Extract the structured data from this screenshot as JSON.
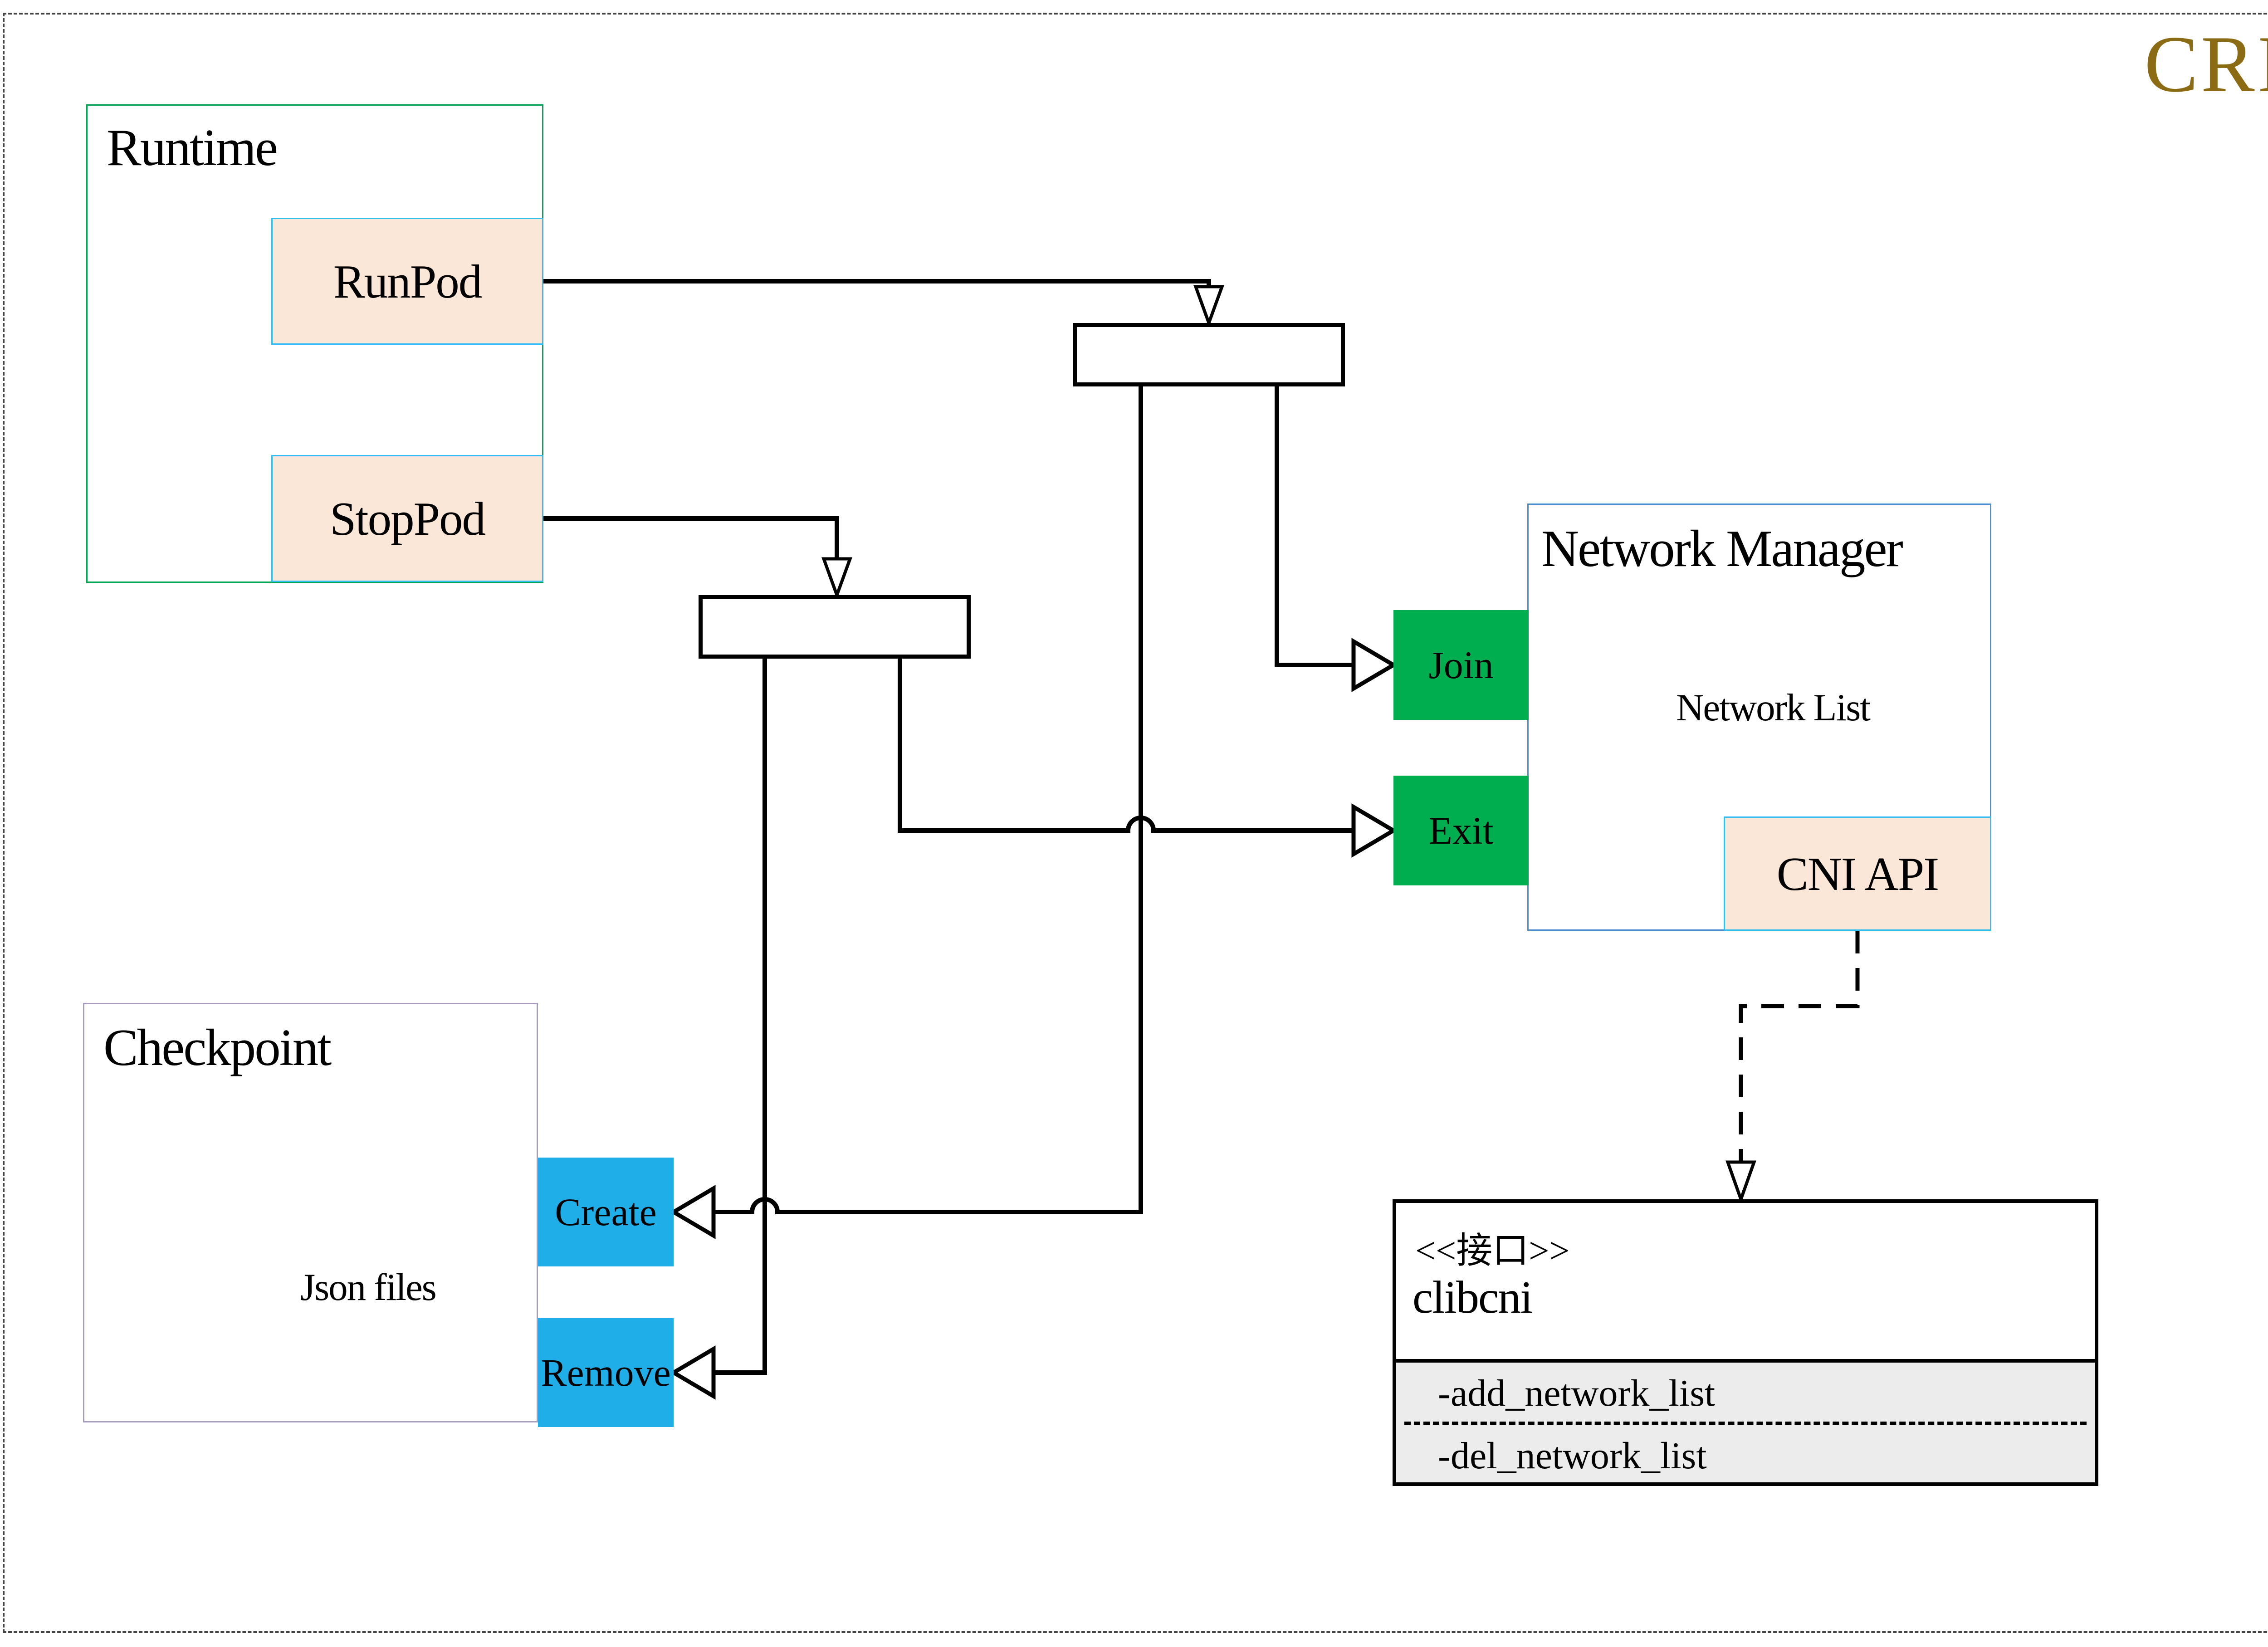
{
  "watermark": "CRI",
  "runtime": {
    "title": "Runtime",
    "runpod_label": "RunPod",
    "stoppod_label": "StopPod"
  },
  "checkpoint": {
    "title": "Checkpoint",
    "cylinder_label": "Json files",
    "create_label": "Create",
    "remove_label": "Remove"
  },
  "network_manager": {
    "title": "Network Manager",
    "cylinder_label": "Network List",
    "join_label": "Join",
    "exit_label": "Exit",
    "cni_api_label": "CNI API"
  },
  "interface_box": {
    "stereotype": "<<接口>>",
    "name": "clibcni",
    "methods": [
      "-add_network_list",
      "-del_network_list"
    ]
  },
  "colors": {
    "action_green": "#00AE4F",
    "action_blue": "#20AEE8",
    "chip_fill": "#FBE7D8",
    "chip_border": "#33BDF2",
    "runtime_border": "#00A651",
    "network_manager_border": "#4A90D2",
    "checkpoint_border": "#A89BC2",
    "watermark_color": "#8B6B14",
    "cylinder_stroke": "#595959"
  }
}
